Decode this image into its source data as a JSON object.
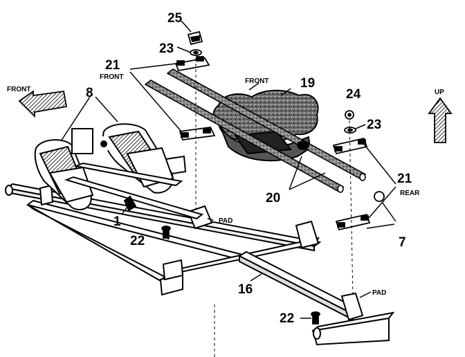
{
  "callouts": {
    "p1": "1",
    "p7": "7",
    "p8": "8",
    "p16": "16",
    "p19": "19",
    "p20": "20",
    "p21_front": "21",
    "p21_rear": "21",
    "p22_left": "22",
    "p22_right": "22",
    "p23_top": "23",
    "p23_right": "23",
    "p24": "24",
    "p25": "25"
  },
  "labels": {
    "front_arrow": "FRONT",
    "front_seat": "FRONT",
    "front_bracket": "FRONT",
    "rear_bracket": "REAR",
    "pad_center": "PAD",
    "pad_right": "PAD",
    "up_arrow": "UP"
  }
}
